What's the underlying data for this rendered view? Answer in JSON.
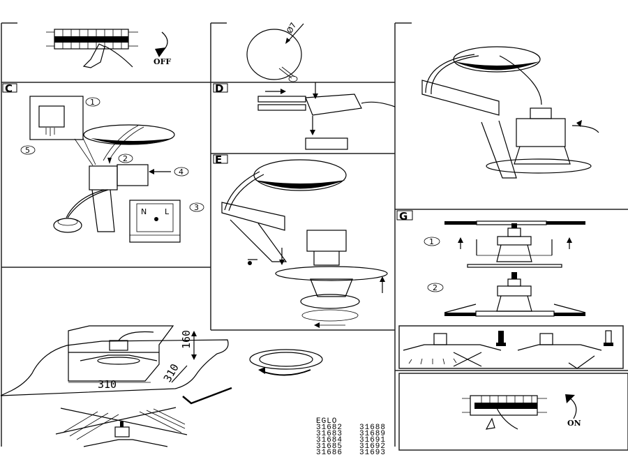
{
  "panels": {
    "a": {
      "switch_label": "OFF"
    },
    "b": {
      "diameter_label": "Ø7"
    },
    "c": {
      "label": "C",
      "steps": [
        "1",
        "2",
        "3",
        "4",
        "5"
      ],
      "terminal_n": "N",
      "terminal_l": "L"
    },
    "d": {
      "label": "D"
    },
    "e": {
      "label": "E"
    },
    "g": {
      "label": "G",
      "steps": [
        "1",
        "2"
      ]
    },
    "h": {
      "switch_label": "ON"
    },
    "install": {
      "width": "310",
      "height": "160",
      "depth": "310"
    }
  },
  "product": {
    "brand": "EGLO",
    "models_col1": [
      "31682",
      "31683",
      "31684",
      "31685",
      "31686"
    ],
    "models_col2": [
      "31688",
      "31689",
      "31691",
      "31692",
      "31693"
    ]
  }
}
